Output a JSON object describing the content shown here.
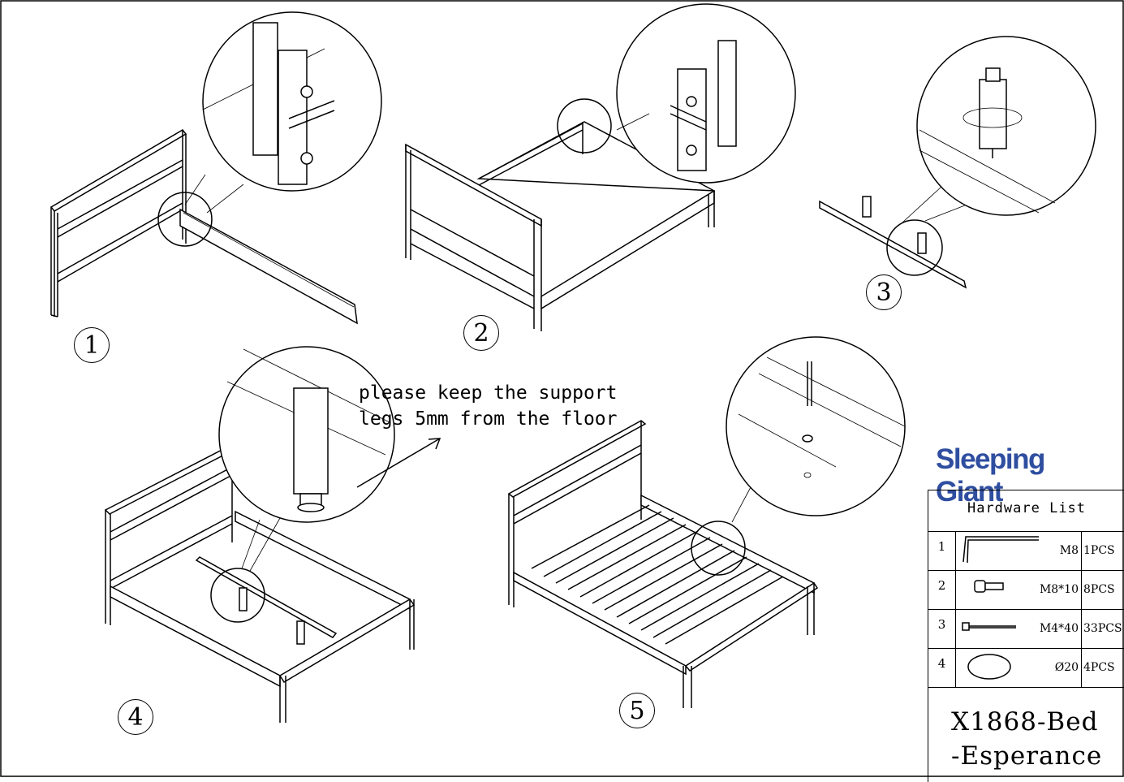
{
  "steps": [
    "1",
    "2",
    "3",
    "4",
    "5"
  ],
  "note": {
    "line1": "please keep the support",
    "line2": "legs 5mm from the floor"
  },
  "brand": "Sleeping Giant",
  "hardware": {
    "title": "Hardware List",
    "rows": [
      {
        "idx": "1",
        "spec": "M8",
        "qty": "1PCS",
        "icon": "allen-key-icon"
      },
      {
        "idx": "2",
        "spec": "M8*10",
        "qty": "8PCS",
        "icon": "bolt-icon"
      },
      {
        "idx": "3",
        "spec": "M4*40",
        "qty": "33PCS",
        "icon": "screw-icon"
      },
      {
        "idx": "4",
        "spec": "Ø20",
        "qty": "4PCS",
        "icon": "pad-icon"
      }
    ]
  },
  "model": {
    "line1": "X1868-Bed",
    "line2": "-Esperance"
  },
  "colors": {
    "brand": "#2f4ea0",
    "line": "#000000"
  }
}
